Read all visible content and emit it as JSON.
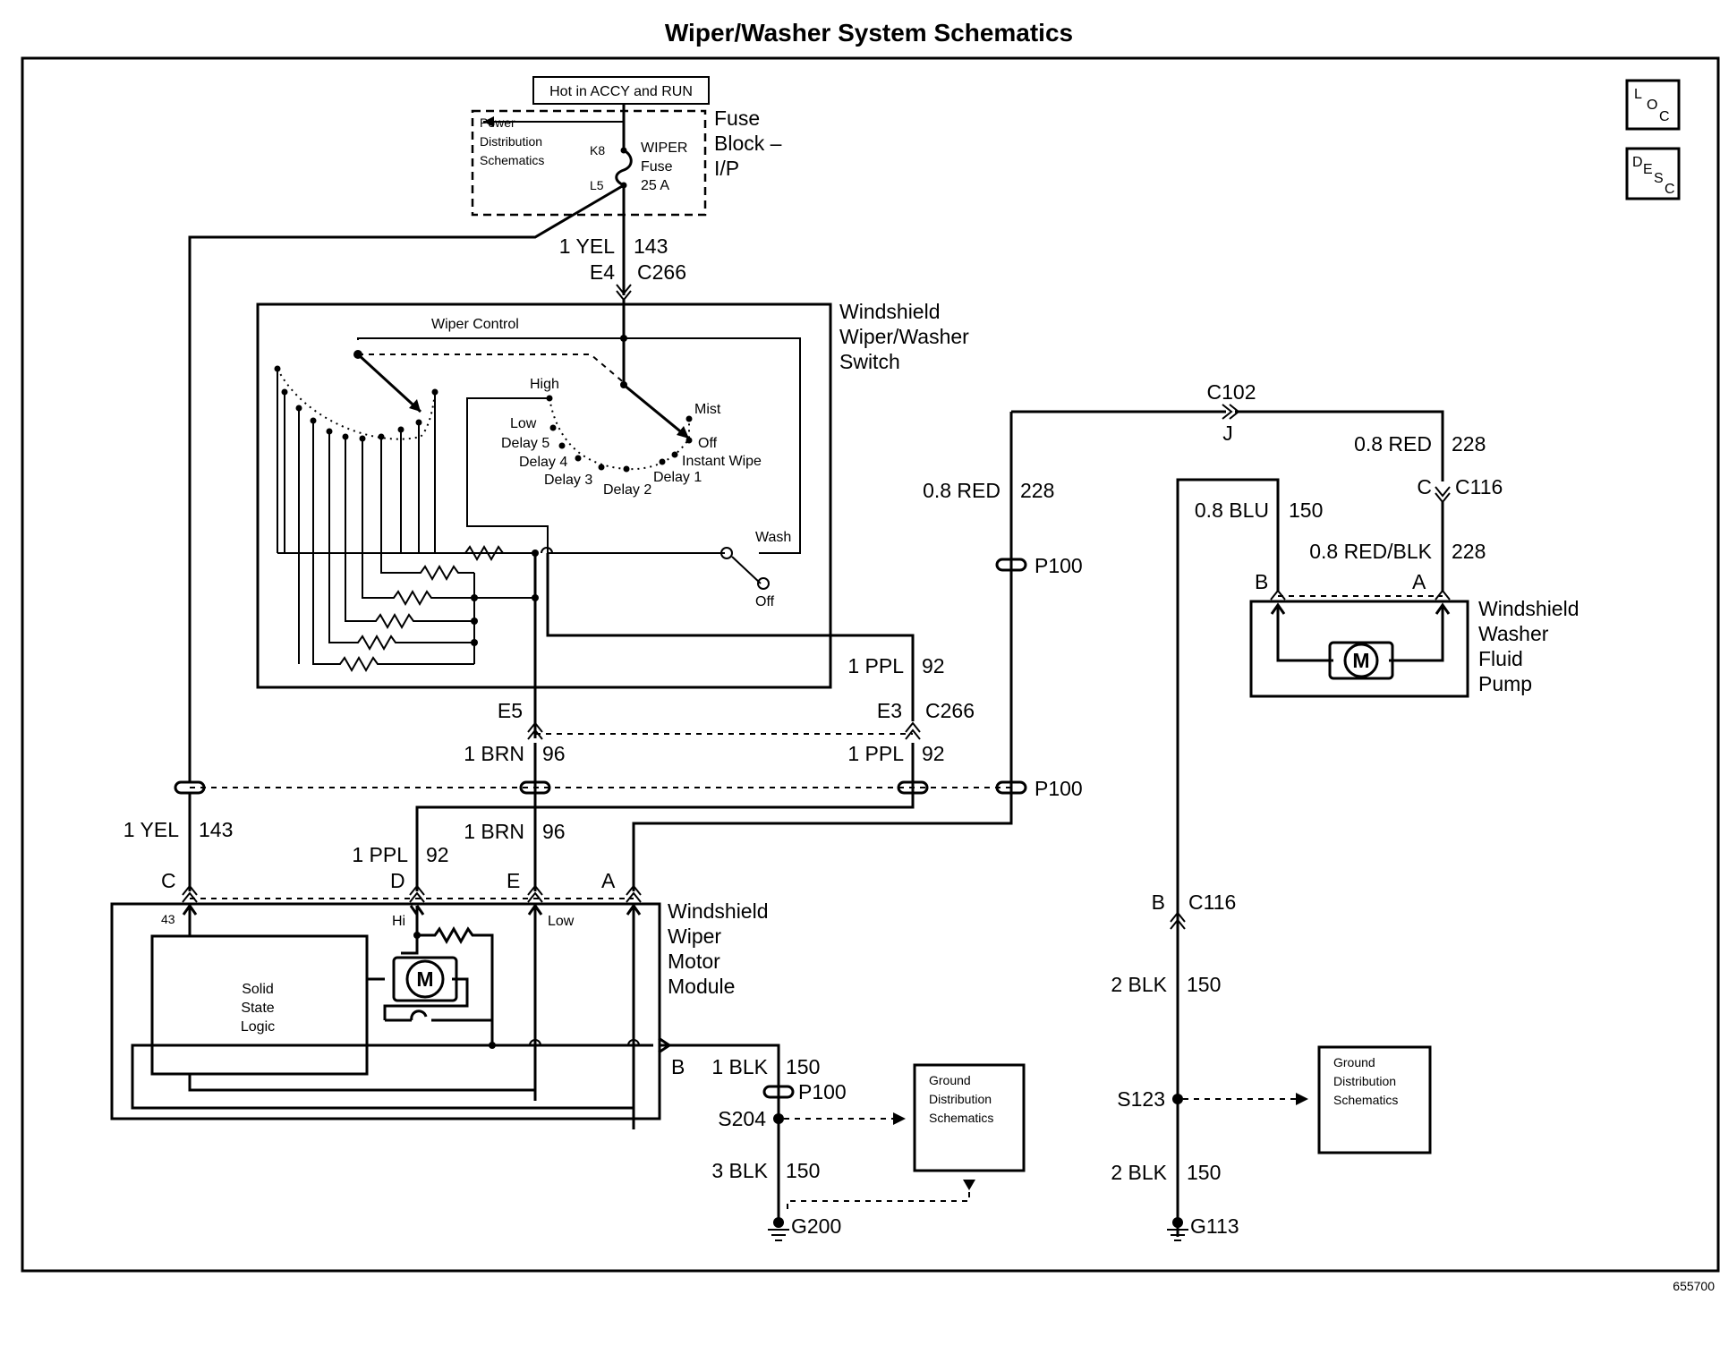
{
  "title": "Wiper/Washer System Schematics",
  "figure_number": "655700",
  "nav_icons": {
    "loc": "LOC",
    "desc": "DESC"
  },
  "fuse_block": {
    "hot_label": "Hot in ACCY and RUN",
    "ref_lines": [
      "Power",
      "Distribution",
      "Schematics"
    ],
    "block_lines": [
      "Fuse",
      "Block –",
      "I/P"
    ],
    "fuse_lines": [
      "WIPER",
      "Fuse",
      "25 A"
    ],
    "pin_in": "K8",
    "pin_out": "L5"
  },
  "switch": {
    "name_lines": [
      "Windshield",
      "Wiper/Washer",
      "Switch"
    ],
    "control_label": "Wiper Control",
    "positions": [
      "High",
      "Low",
      "Delay 5",
      "Delay 4",
      "Delay 3",
      "Delay 2",
      "Delay 1",
      "Instant Wipe",
      "Off",
      "Mist"
    ],
    "wash_on": "Wash",
    "wash_off": "Off"
  },
  "motor_module": {
    "name_lines": [
      "Windshield",
      "Wiper",
      "Motor",
      "Module"
    ],
    "logic_lines": [
      "Solid",
      "State",
      "Logic"
    ],
    "pin43": "43",
    "hi": "Hi",
    "low": "Low",
    "motor_symbol": "M"
  },
  "pump": {
    "name_lines": [
      "Windshield",
      "Washer",
      "Fluid",
      "Pump"
    ],
    "motor_symbol": "M",
    "pin_b": "B",
    "pin_a": "A"
  },
  "grounds": {
    "ref_left_lines": [
      "Ground",
      "Distribution",
      "Schematics"
    ],
    "ref_right_lines": [
      "Ground",
      "Distribution",
      "Schematics"
    ],
    "g200": "G200",
    "g113": "G113",
    "s204": "S204",
    "s123": "S123"
  },
  "wires": {
    "yel_top": "1 YEL",
    "yel_top_num": "143",
    "e4": "E4",
    "c266_top": "C266",
    "ppl_92a": "1 PPL",
    "ppl_92a_num": "92",
    "e5": "E5",
    "e3": "E3",
    "c266_mid": "C266",
    "brn_a": "1 BRN",
    "brn_a_num": "96",
    "ppl_92b": "1 PPL",
    "ppl_92b_num": "92",
    "p100_mid": "P100",
    "yel_bot": "1 YEL",
    "yel_bot_num": "143",
    "ppl_92c": "1 PPL",
    "ppl_92c_num": "92",
    "brn_b": "1 BRN",
    "brn_b_num": "96",
    "pin_c": "C",
    "pin_d": "D",
    "pin_e": "E",
    "pin_a": "A",
    "pin_b": "B",
    "c102": "C102",
    "j": "J",
    "red_left": "0.8 RED",
    "red_left_num": "228",
    "p100_top": "P100",
    "red_right": "0.8 RED",
    "red_right_num": "228",
    "c116_c": "C",
    "c116_top": "C116",
    "blu": "0.8 BLU",
    "blu_num": "150",
    "redblk": "0.8 RED/BLK",
    "redblk_num": "228",
    "blk1": "1 BLK",
    "blk1_num": "150",
    "p100_bot": "P100",
    "blk3": "3 BLK",
    "blk3_num": "150",
    "c116_b": "B",
    "c116_bot": "C116",
    "blk2a": "2 BLK",
    "blk2a_num": "150",
    "blk2b": "2 BLK",
    "blk2b_num": "150"
  }
}
